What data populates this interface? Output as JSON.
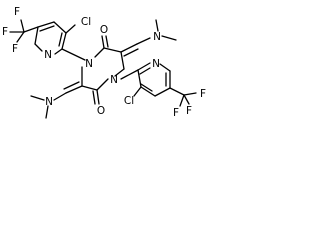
{
  "molecule": {
    "labels": {
      "cf3_top": "F",
      "f_top_1": "F",
      "f_top_2": "F",
      "cl_top": "Cl",
      "n_pyridine_top": "N",
      "n_piperazine_top": "N",
      "o_top": "O",
      "n_dimethyl_top": "N",
      "n_dimethyl_left": "N",
      "n_piperazine_bottom": "N",
      "o_bottom": "O",
      "n_pyridine_bottom": "N",
      "cl_bottom": "Cl",
      "cf3_bottom": "F",
      "f_bottom_1": "F",
      "f_bottom_2": "F"
    }
  }
}
